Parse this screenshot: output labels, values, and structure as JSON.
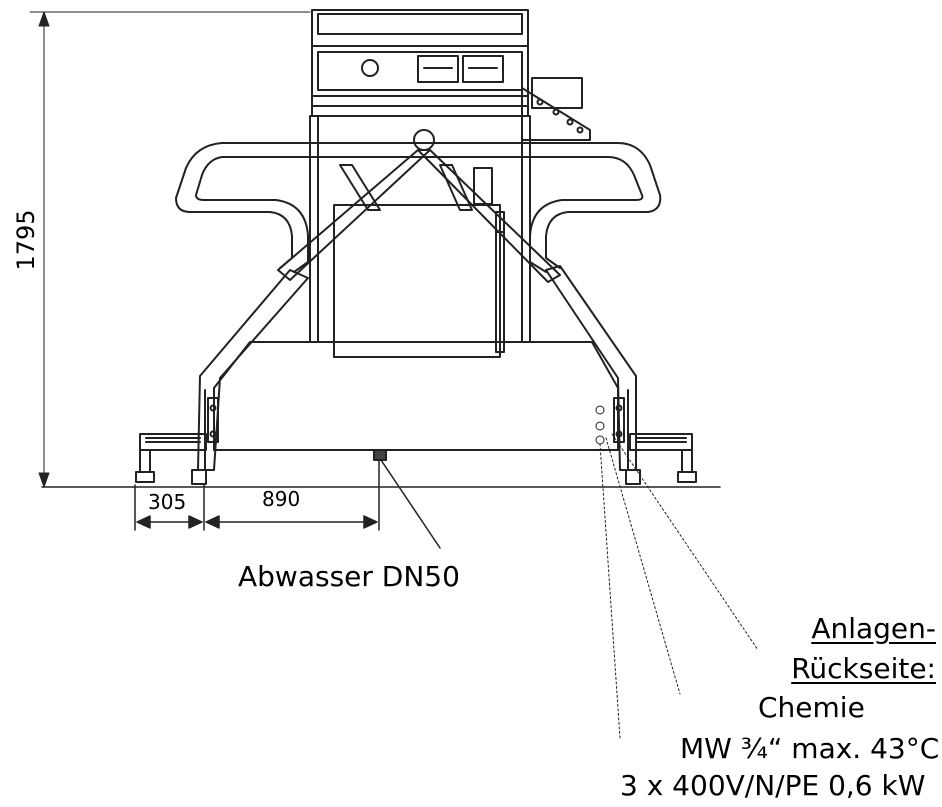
{
  "dimensions": {
    "height": "1795",
    "foot_spacing": "305",
    "drain_offset": "890"
  },
  "labels": {
    "drain": "Abwasser DN50",
    "rear_title_line1": "Anlagen-",
    "rear_title_line2": "Rückseite:",
    "chemistry": "Chemie",
    "water": "MW ¾“ max. 43°C",
    "power": "3 x 400V/N/PE 0,6 kW"
  }
}
